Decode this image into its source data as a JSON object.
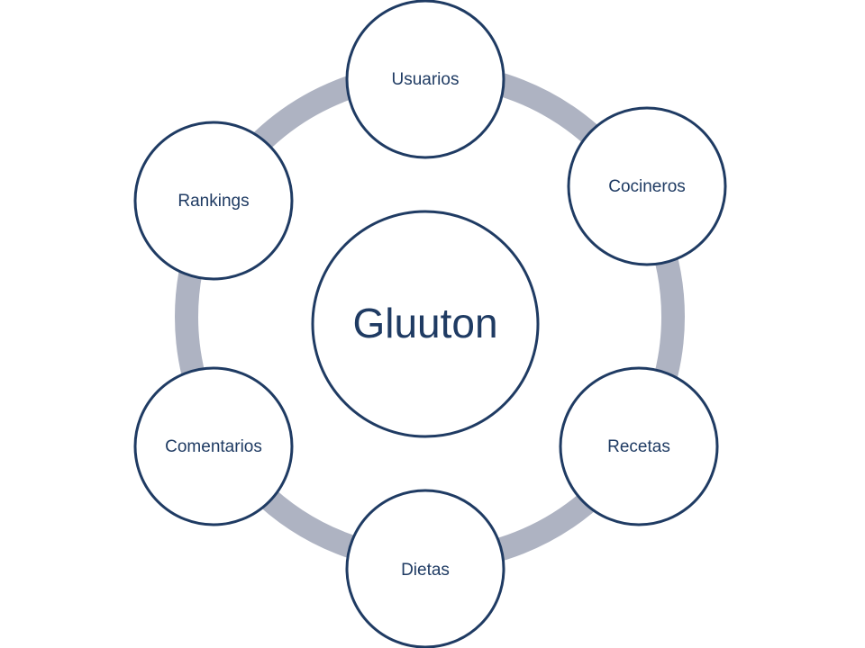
{
  "diagram": {
    "center": {
      "label": "Gluuton"
    },
    "nodes": [
      {
        "label": "Usuarios"
      },
      {
        "label": "Cocineros"
      },
      {
        "label": "Recetas"
      },
      {
        "label": "Dietas"
      },
      {
        "label": "Comentarios"
      },
      {
        "label": "Rankings"
      }
    ],
    "colors": {
      "ring": "#aeb3c2",
      "circle_stroke": "#1f3b63",
      "circle_fill": "#ffffff",
      "text": "#1f3b63"
    }
  }
}
